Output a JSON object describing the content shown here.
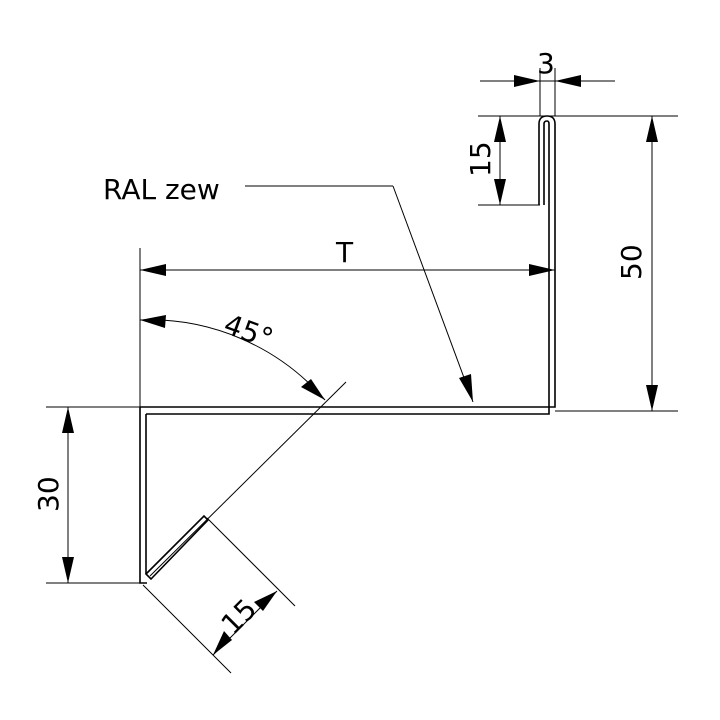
{
  "drawing": {
    "label_material": "RAL zew",
    "dim_width": "T",
    "dim_angle": "45°",
    "dim_top_gap": "3",
    "dim_top_flange": "15",
    "dim_total_height": "50",
    "dim_left_height": "30",
    "dim_diagonal_flange": "15"
  }
}
